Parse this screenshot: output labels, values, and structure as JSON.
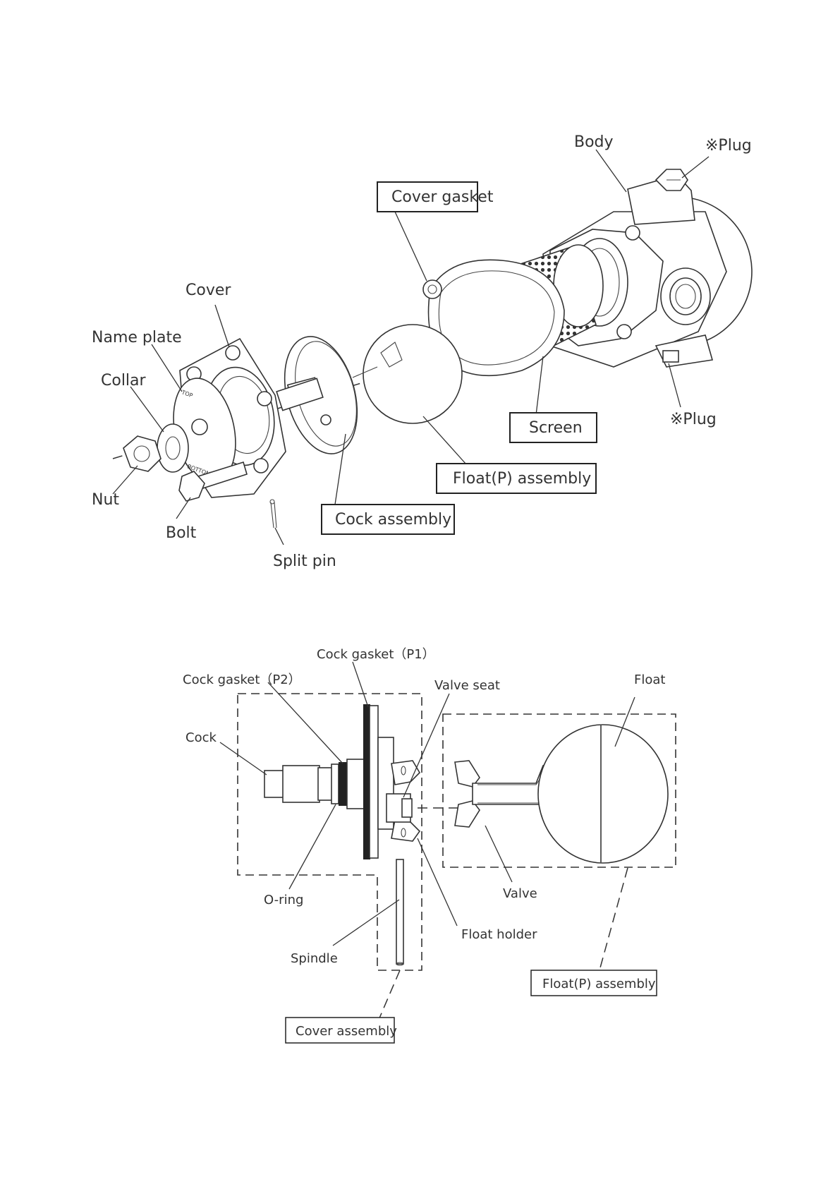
{
  "exploded_view": {
    "labels": {
      "body": "Body",
      "plug_top": "※Plug",
      "cover_gasket": "Cover gasket",
      "cover": "Cover",
      "name_plate": "Name plate",
      "collar": "Collar",
      "nut": "Nut",
      "bolt": "Bolt",
      "split_pin": "Split pin",
      "cock_assembly": "Cock assembly",
      "float_p_assembly": "Float(P) assembly",
      "screen": "Screen",
      "plug_bottom": "※Plug"
    },
    "name_plate_marks": {
      "top": "TOP",
      "bottom": "BOTTOM"
    }
  },
  "detail_view": {
    "labels": {
      "cock_gasket_p1": "Cock gasket（P1）",
      "cock_gasket_p2": "Cock gasket（P2）",
      "valve_seat": "Valve seat",
      "float": "Float",
      "cock": "Cock",
      "o_ring": "O-ring",
      "valve": "Valve",
      "float_holder": "Float holder",
      "spindle": "Spindle",
      "float_p_assembly": "Float(P) assembly",
      "cover_assembly": "Cover assembly"
    }
  }
}
